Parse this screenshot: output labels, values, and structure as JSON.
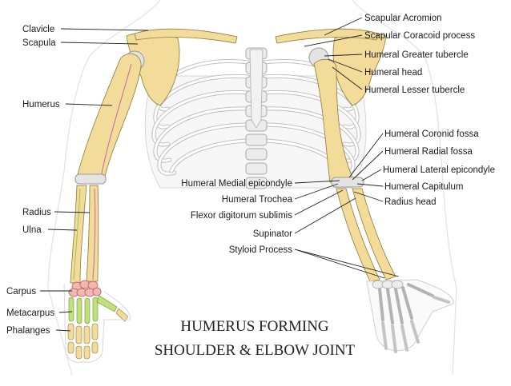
{
  "colors": {
    "bone": "#f3dc9a",
    "bone_edge": "#8d7a3a",
    "cartilage": "#e4e4e4",
    "ulna_accent": "#9cc25a",
    "radius_accent": "#c06aa6",
    "carpus": "#f4b6b0",
    "metacarpus": "#bfe07a",
    "ribcage": "#f7f7f7"
  },
  "labels_left": [
    "Clavicle",
    "Scapula",
    "Humerus",
    "Radius",
    "Ulna",
    "Carpus",
    "Metacarpus",
    "Phalanges"
  ],
  "labels_right_top": [
    "Scapular Acromion",
    "Scapular Coracoid process",
    "Humeral Greater tubercle",
    "Humeral head",
    "Humeral Lesser tubercle"
  ],
  "labels_right_elbow": [
    "Humeral Coronid fossa",
    "Humeral Radial fossa",
    "Humeral Lateral epicondyle",
    "Humeral Capitulum",
    "Radius head"
  ],
  "labels_center": [
    "Humeral Medial epicondyle",
    "Humeral Trochea",
    "Flexor digitorum sublimis",
    "Supinator",
    "Styloid Process"
  ],
  "title_lines": [
    "HUMERUS FORMING",
    "SHOULDER & ELBOW JOINT"
  ]
}
